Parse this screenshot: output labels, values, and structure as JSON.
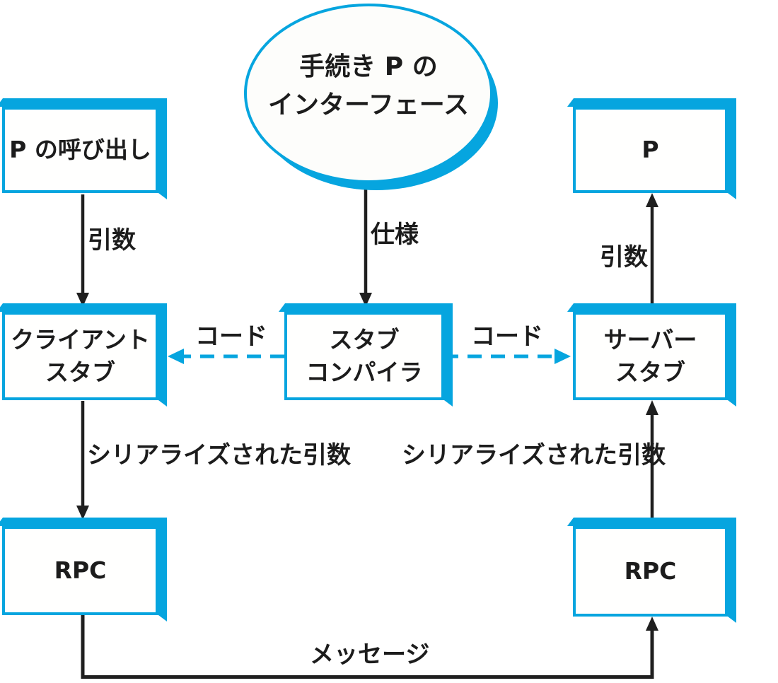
{
  "colors": {
    "accent": "#06a5df",
    "ink": "#1c1c1c"
  },
  "ellipse": {
    "line1": "手続き P の",
    "line2": "インターフェース"
  },
  "nodes": {
    "call_p": {
      "label": "P の呼び出し"
    },
    "p": {
      "label": "P"
    },
    "client_stub": {
      "line1": "クライアント",
      "line2": "スタブ"
    },
    "stub_compiler": {
      "line1": "スタブ",
      "line2": "コンパイラ"
    },
    "server_stub": {
      "line1": "サーバー",
      "line2": "スタブ"
    },
    "rpc_left": {
      "label": "RPC"
    },
    "rpc_right": {
      "label": "RPC"
    }
  },
  "edges": {
    "args_left": "引数",
    "spec": "仕様",
    "args_right": "引数",
    "code_left": "コード",
    "code_right": "コード",
    "serialized_left": "シリアライズされた引数",
    "serialized_right": "シリアライズされた引数",
    "message": "メッセージ"
  }
}
